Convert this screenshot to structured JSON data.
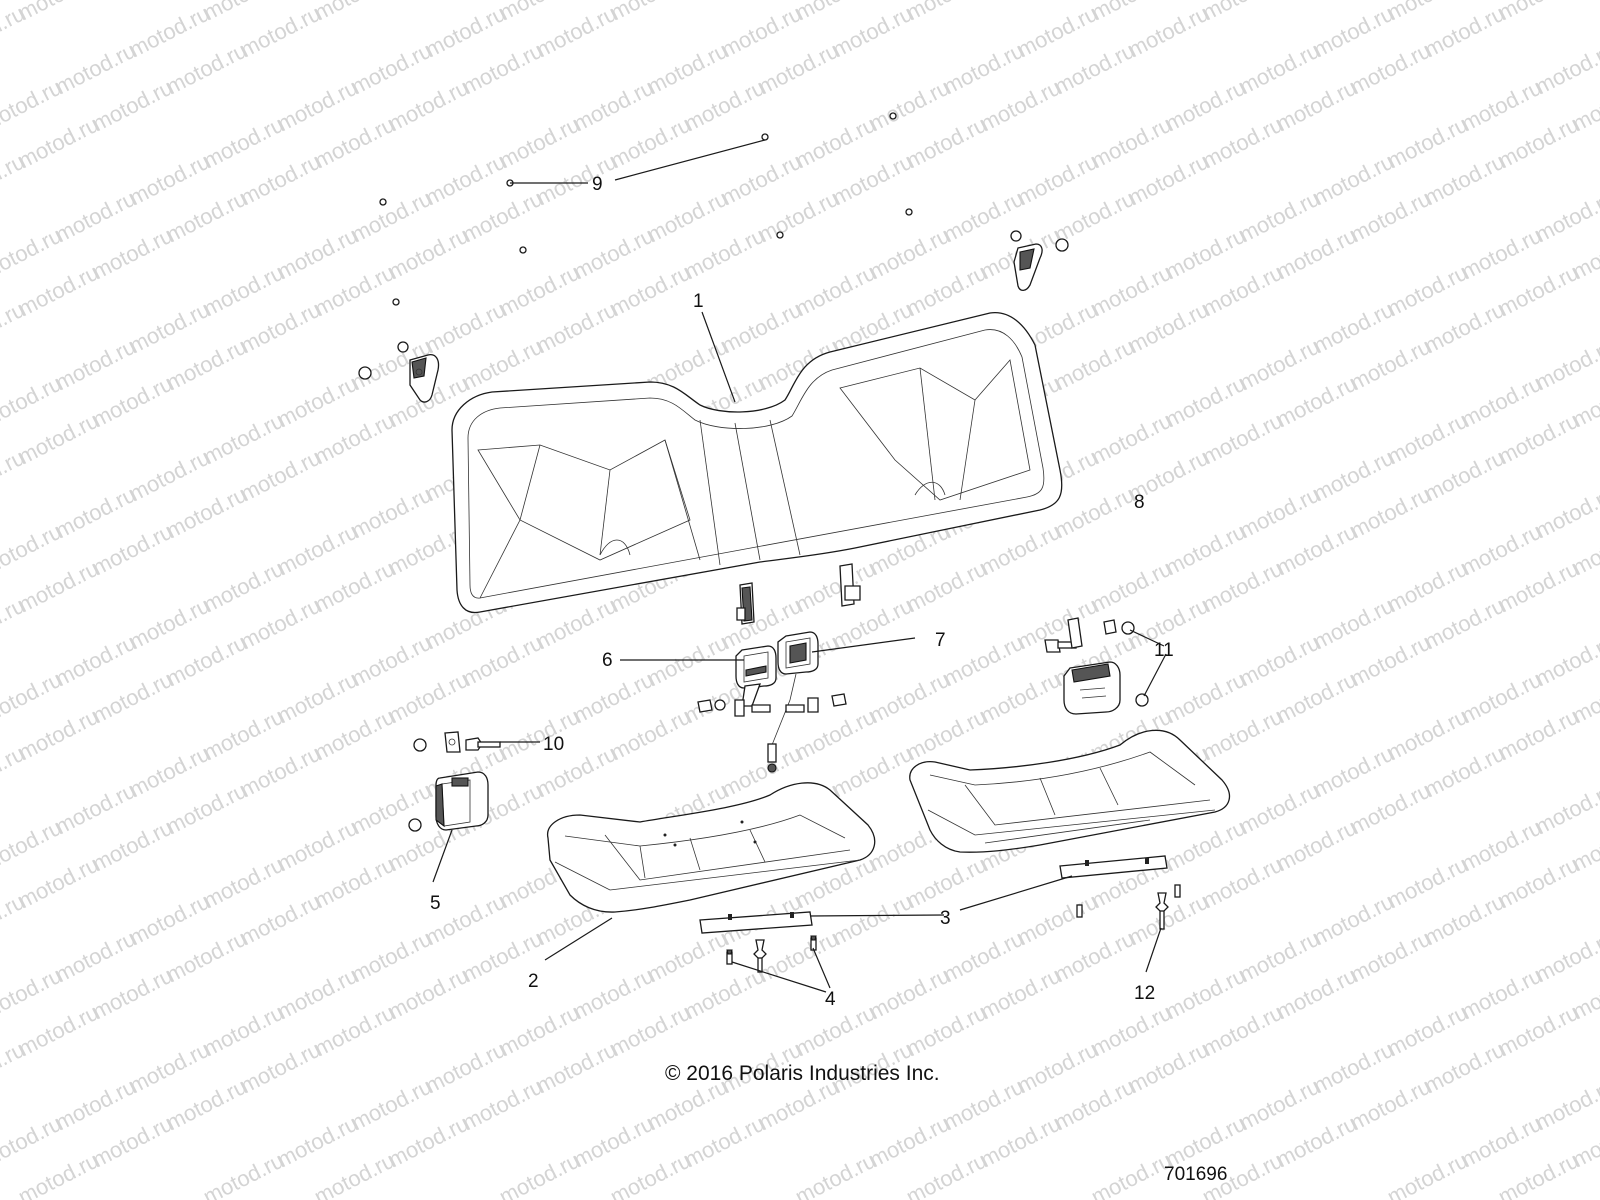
{
  "watermark": {
    "text": "motod.ru",
    "color": "#d4d4d4"
  },
  "callouts": [
    {
      "id": "1",
      "label": "1"
    },
    {
      "id": "2",
      "label": "2"
    },
    {
      "id": "3a",
      "label": "3"
    },
    {
      "id": "4",
      "label": "4"
    },
    {
      "id": "5",
      "label": "5"
    },
    {
      "id": "6",
      "label": "6"
    },
    {
      "id": "7",
      "label": "7"
    },
    {
      "id": "8",
      "label": "8"
    },
    {
      "id": "9",
      "label": "9"
    },
    {
      "id": "10",
      "label": "10"
    },
    {
      "id": "11",
      "label": "11"
    },
    {
      "id": "12",
      "label": "12"
    }
  ],
  "copyright": "© 2016 Polaris Industries Inc.",
  "document_number": "701696"
}
